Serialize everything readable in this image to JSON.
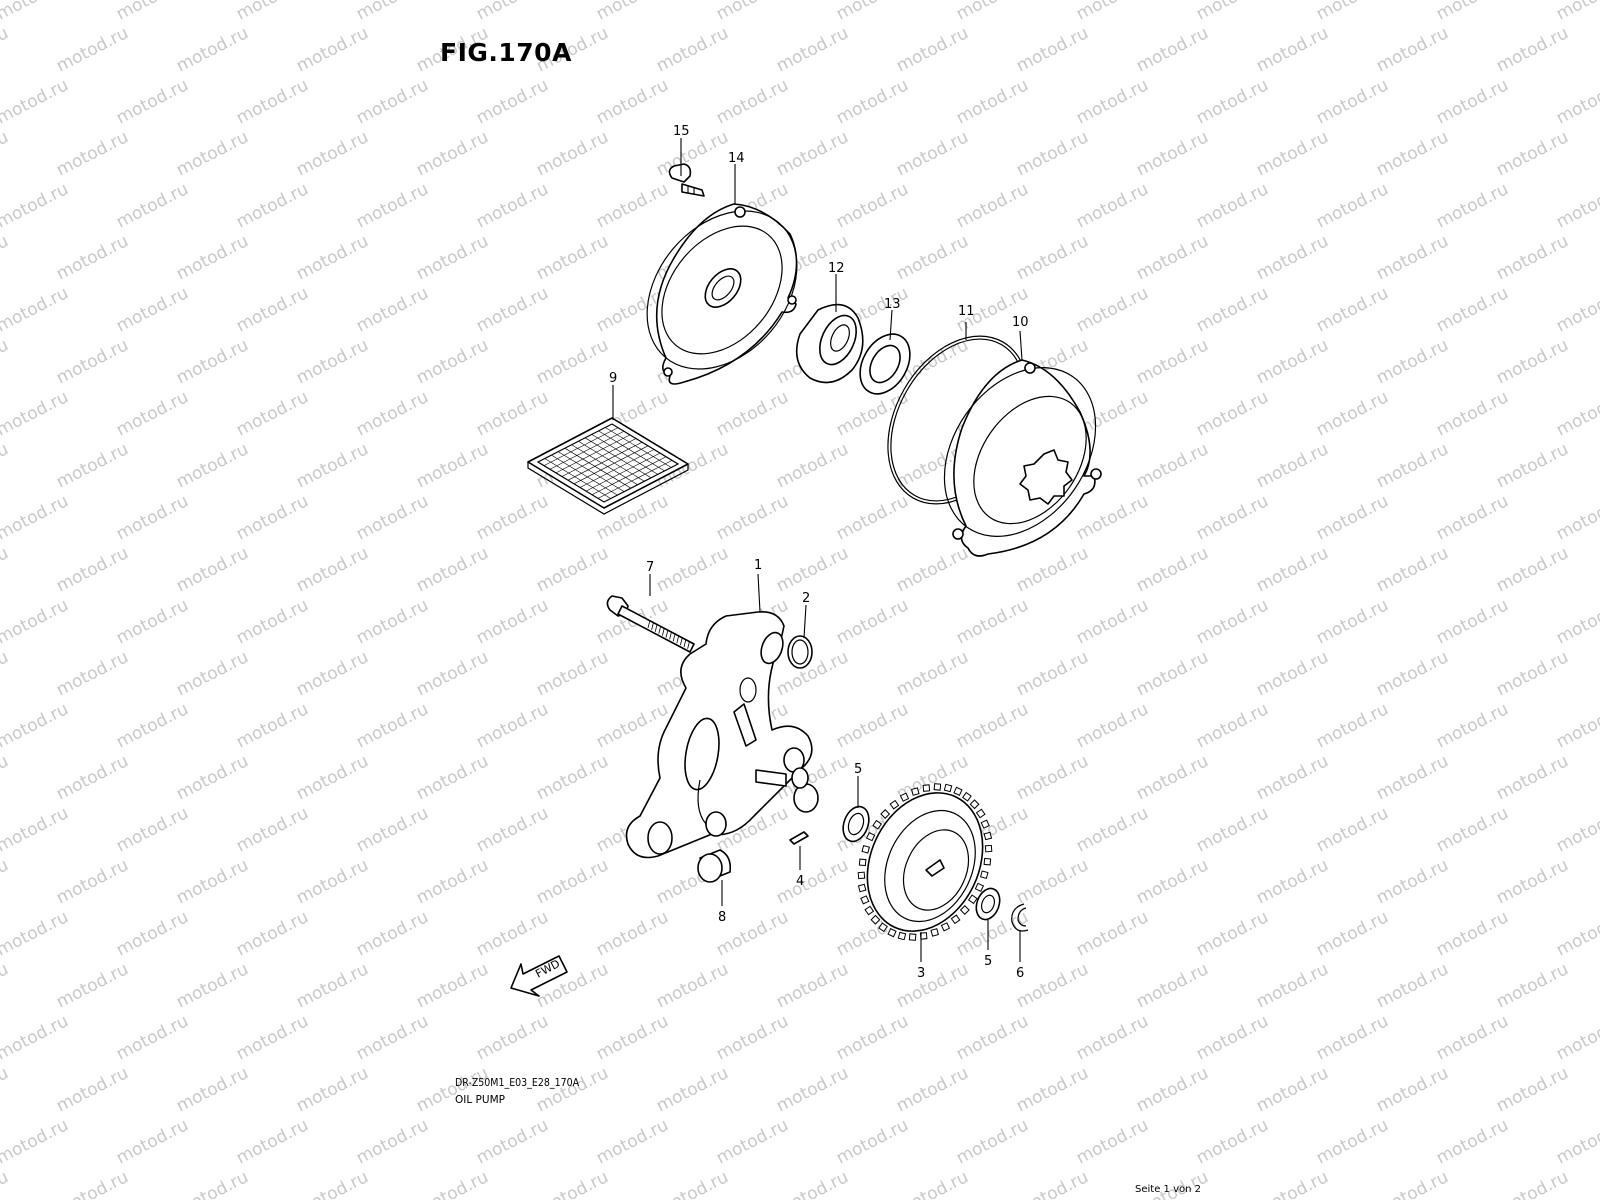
{
  "figure": {
    "title": "FIG.170A"
  },
  "footer": {
    "code": "DR-Z50M1_E03_E28_170A",
    "name": "OIL PUMP"
  },
  "page": {
    "label": "Seite 1 von 2"
  },
  "watermark": {
    "text": "motod.ru",
    "color": "#c8c8c8"
  },
  "fwd_label": "FWD",
  "callouts": [
    "15",
    "14",
    "12",
    "13",
    "11",
    "10",
    "9",
    "7",
    "1",
    "2",
    "5",
    "4",
    "8",
    "3",
    "5",
    "6"
  ]
}
